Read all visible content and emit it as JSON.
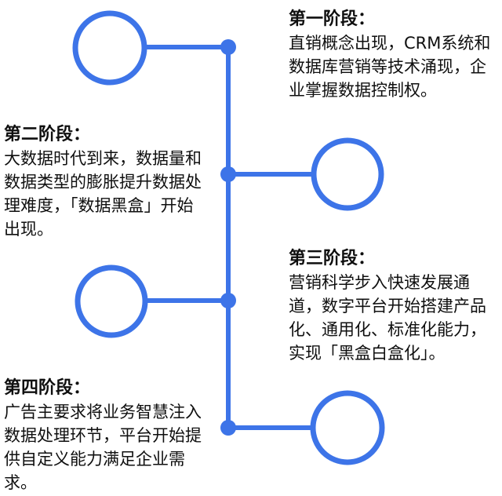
{
  "theme": {
    "accent_blue": "#3D74E8",
    "text_black": "#0F0F0F",
    "background": "#FFFFFF"
  },
  "timeline": {
    "stages": [
      {
        "heading": "第一阶段：",
        "body": "直销概念出现，CRM系统和数据库营销等技术涌现，企业掌握数据控制权。",
        "text_side": "right",
        "node_side": "left"
      },
      {
        "heading": "第二阶段：",
        "body": "大数据时代到来，数据量和数据类型的膨胀提升数据处理难度，「数据黑盒」开始出现。",
        "text_side": "left",
        "node_side": "right"
      },
      {
        "heading": "第三阶段：",
        "body": "营销科学步入快速发展通道，数字平台开始搭建产品化、通用化、标准化能力，实现「黑盒白盒化」。",
        "text_side": "right",
        "node_side": "left"
      },
      {
        "heading": "第四阶段：",
        "body": "广告主要求将业务智慧注入数据处理环节，平台开始提供自定义能力满足企业需求。",
        "text_side": "left",
        "node_side": "right"
      }
    ]
  }
}
